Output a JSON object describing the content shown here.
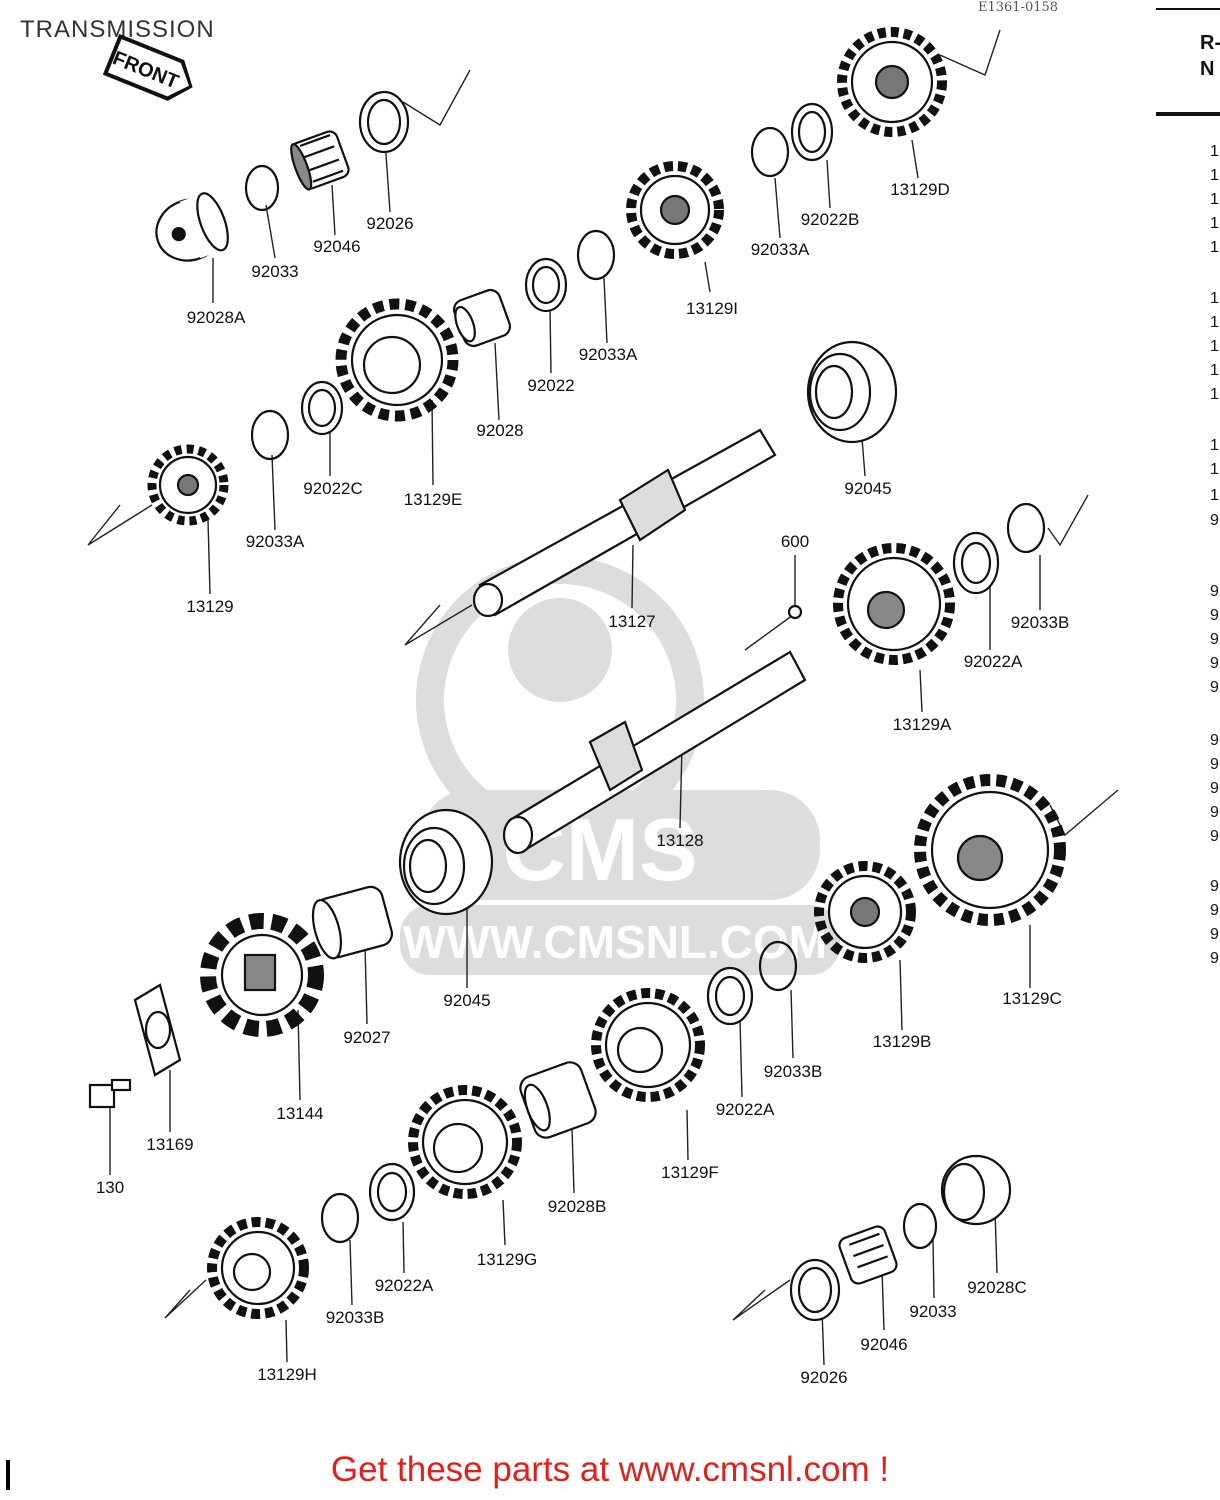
{
  "title": "TRANSMISSION",
  "diagram_code": "E1361-0158",
  "front_label": "FRONT",
  "right_heading": [
    "R-",
    "N"
  ],
  "right_stub_digits": [
    "1",
    "1",
    "1",
    "1",
    "1",
    "1",
    "1",
    "1",
    "1",
    "1",
    "1",
    "1",
    "1",
    "9",
    "9",
    "9",
    "9",
    "9",
    "9",
    "9",
    "9",
    "9",
    "9",
    "9",
    "9",
    "9",
    "9",
    "9"
  ],
  "watermark": {
    "brand": "CMS",
    "url": "WWW.CMSNL.COM"
  },
  "parts": [
    {
      "id": "p1",
      "label": "92028A"
    },
    {
      "id": "p2",
      "label": "92033"
    },
    {
      "id": "p3",
      "label": "92046"
    },
    {
      "id": "p4",
      "label": "92026"
    },
    {
      "id": "p5",
      "label": "13129D"
    },
    {
      "id": "p6",
      "label": "92022B"
    },
    {
      "id": "p7",
      "label": "92033A"
    },
    {
      "id": "p8",
      "label": "13129I"
    },
    {
      "id": "p9",
      "label": "92033A"
    },
    {
      "id": "p10",
      "label": "92022"
    },
    {
      "id": "p11",
      "label": "92028"
    },
    {
      "id": "p12",
      "label": "13129E"
    },
    {
      "id": "p13",
      "label": "92022C"
    },
    {
      "id": "p14",
      "label": "92033A"
    },
    {
      "id": "p15",
      "label": "13129"
    },
    {
      "id": "p16",
      "label": "92045"
    },
    {
      "id": "p17",
      "label": "13127"
    },
    {
      "id": "p18",
      "label": "600"
    },
    {
      "id": "p19",
      "label": "92033B"
    },
    {
      "id": "p20",
      "label": "92022A"
    },
    {
      "id": "p21",
      "label": "13129A"
    },
    {
      "id": "p22",
      "label": "13128"
    },
    {
      "id": "p23",
      "label": "13129C"
    },
    {
      "id": "p24",
      "label": "13129B"
    },
    {
      "id": "p25",
      "label": "92033B"
    },
    {
      "id": "p26",
      "label": "92022A"
    },
    {
      "id": "p27",
      "label": "92045"
    },
    {
      "id": "p28",
      "label": "92027"
    },
    {
      "id": "p29",
      "label": "13144"
    },
    {
      "id": "p30",
      "label": "13169"
    },
    {
      "id": "p31",
      "label": "130"
    },
    {
      "id": "p32",
      "label": "13129F"
    },
    {
      "id": "p33",
      "label": "92028B"
    },
    {
      "id": "p34",
      "label": "13129G"
    },
    {
      "id": "p35",
      "label": "92022A"
    },
    {
      "id": "p36",
      "label": "92033B"
    },
    {
      "id": "p37",
      "label": "13129H"
    },
    {
      "id": "p38",
      "label": "92028C"
    },
    {
      "id": "p39",
      "label": "92033"
    },
    {
      "id": "p40",
      "label": "92046"
    },
    {
      "id": "p41",
      "label": "92026"
    }
  ],
  "footer": {
    "text": "Get these parts at www.cmsnl.com !"
  }
}
